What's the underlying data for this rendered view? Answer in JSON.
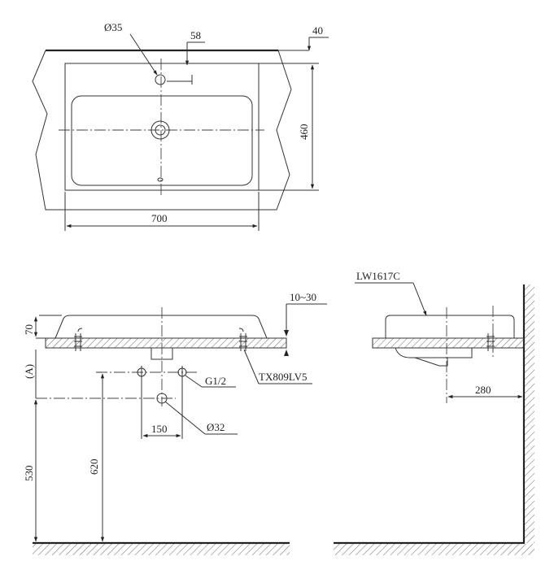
{
  "top_view": {
    "tap_hole_dia": "Ø35",
    "tap_offset": "58",
    "rim_height": "40",
    "depth": "460",
    "width": "700"
  },
  "front_view": {
    "rim_to_counter": "70",
    "counter_thickness": "10~30",
    "height_ref": "(A)",
    "supply_fitting": "G1/2",
    "fixing_kit": "TX809LV5",
    "supply_spacing": "150",
    "drain_dia": "Ø32",
    "drain_height": "530",
    "supply_height": "620"
  },
  "side_view": {
    "model": "LW1617C",
    "wall_to_drain": "280"
  }
}
